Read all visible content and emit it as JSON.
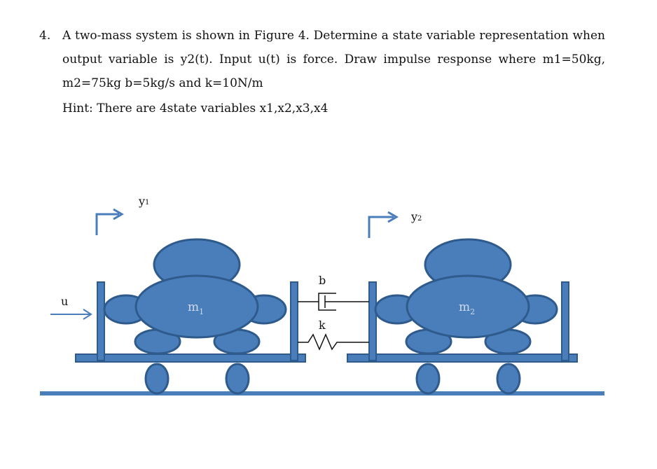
{
  "problem": {
    "number": "4.",
    "statement": "A two-mass system is shown in Figure 4. Determine a state variable representation when output variable is y2(t). Input u(t) is force. Draw impulse response where m1=50kg, m2=75kg b=5kg/s and k=10N/m",
    "hint": "Hint: There are 4state variables x1,x2,x3,x4"
  },
  "figure": {
    "labels": {
      "y1": "y",
      "y1_sub": "1",
      "y2": "y",
      "y2_sub": "2",
      "u": "u",
      "b": "b",
      "k": "k",
      "m1": "m",
      "m1_sub": "1",
      "m2": "m",
      "m2_sub": "2"
    },
    "colors": {
      "fill": "#4a7ebb",
      "stroke": "#2f5a8c",
      "arrow": "#4a7ebb",
      "line": "#111111"
    }
  }
}
